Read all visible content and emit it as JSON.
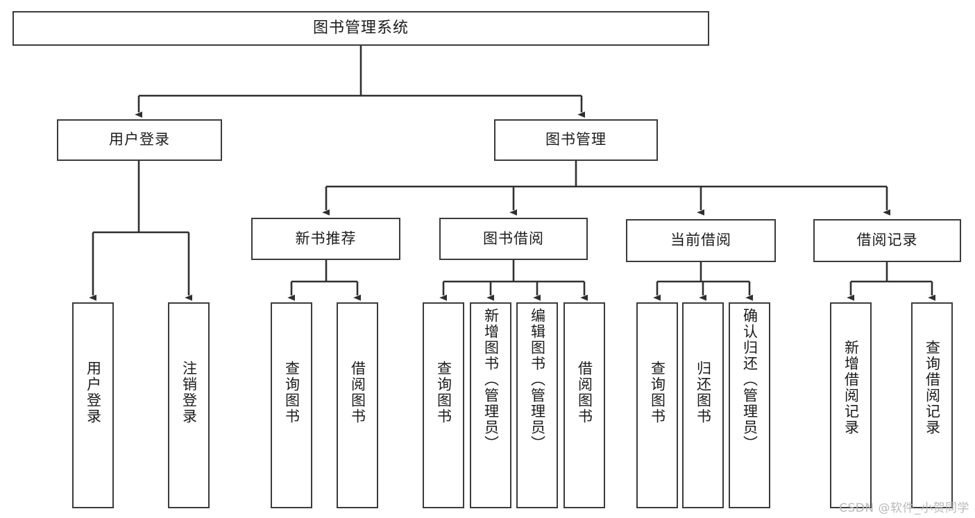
{
  "diagram": {
    "title": "图书管理系统",
    "type": "tree-hierarchy-chart",
    "root": {
      "id": "root",
      "label": "图书管理系统"
    },
    "level2": [
      {
        "id": "user-login",
        "label": "用户登录"
      },
      {
        "id": "book-manage",
        "label": "图书管理"
      }
    ],
    "level3": [
      {
        "id": "new-book-recommend",
        "label": "新书推荐"
      },
      {
        "id": "book-borrow",
        "label": "图书借阅"
      },
      {
        "id": "current-borrow",
        "label": "当前借阅"
      },
      {
        "id": "borrow-record",
        "label": "借阅记录"
      }
    ],
    "leaves": {
      "user_login": [
        {
          "id": "leaf-user-login",
          "label": "用户登录"
        },
        {
          "id": "leaf-logout-login",
          "label": "注销登录"
        }
      ],
      "new_book_recommend": [
        {
          "id": "leaf-query-book-1",
          "label": "查询图书"
        },
        {
          "id": "leaf-borrow-book-1",
          "label": "借阅图书"
        }
      ],
      "book_borrow": [
        {
          "id": "leaf-query-book-2",
          "label": "查询图书"
        },
        {
          "id": "leaf-add-book",
          "label": "新增图书（管理员）"
        },
        {
          "id": "leaf-edit-book",
          "label": "编辑图书（管理员）"
        },
        {
          "id": "leaf-borrow-book-2",
          "label": "借阅图书"
        }
      ],
      "current_borrow": [
        {
          "id": "leaf-query-book-3",
          "label": "查询图书"
        },
        {
          "id": "leaf-return-book",
          "label": "归还图书"
        },
        {
          "id": "leaf-confirm-return",
          "label": "确认归还（管理员）"
        }
      ],
      "borrow_record": [
        {
          "id": "leaf-add-record",
          "label": "新增借阅记录"
        },
        {
          "id": "leaf-query-record",
          "label": "查询借阅记录"
        }
      ]
    }
  },
  "watermark": {
    "text": "CSDN @软件_小贺同学"
  },
  "colors": {
    "background": "#ffffff",
    "box_border": "#3b3b3b",
    "box_fill": "#ffffff",
    "text": "#1b1b1b",
    "connector": "#2f2f2f",
    "watermark": "#b9b9b9"
  }
}
